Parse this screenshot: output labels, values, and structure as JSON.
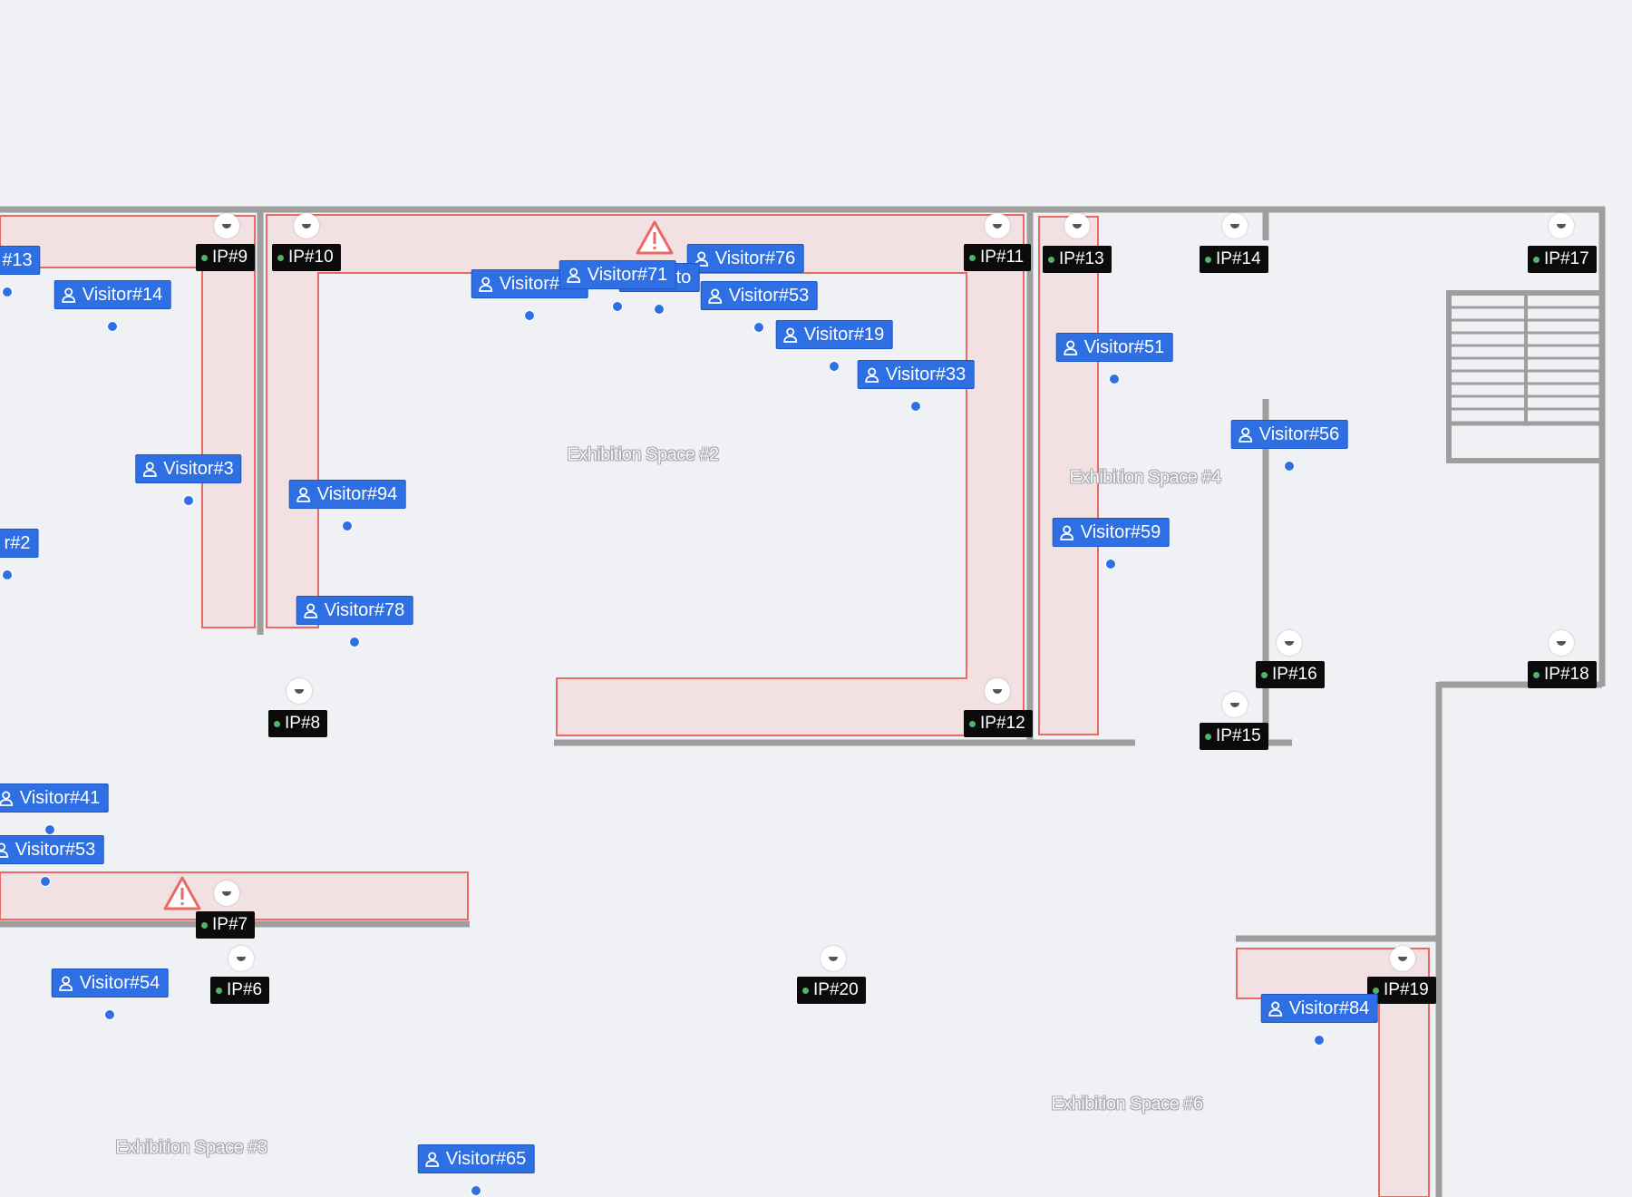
{
  "colors": {
    "background": "#f0f1f5",
    "wall": "#9e9e9e",
    "zone_fill": "#f2e1e3",
    "zone_stroke": "#ea6a63",
    "visitor_tag": "#2f6fe4",
    "camera_label": "#0b0b0b",
    "camera_status": "#52b36a",
    "warning": "#ea6a63"
  },
  "icons": {
    "visitor": "person-icon",
    "camera": "dome-camera-icon",
    "warning": "warning-triangle-icon"
  },
  "areas": [
    {
      "label": "Exhibition Space #2"
    },
    {
      "label": "Exhibition Space #4"
    },
    {
      "label": "Exhibition Space #3"
    },
    {
      "label": "Exhibition Space #6"
    }
  ],
  "visitors": [
    {
      "label": "#13"
    },
    {
      "label": "Visitor#14"
    },
    {
      "label": "Visitor#3"
    },
    {
      "label": "r#2"
    },
    {
      "label": "Visitor#94"
    },
    {
      "label": "Visitor#78"
    },
    {
      "label": "Visitor#12"
    },
    {
      "label": "Visitor#76"
    },
    {
      "label": "Visito"
    },
    {
      "label": "Visitor#71"
    },
    {
      "label": "Visitor#53"
    },
    {
      "label": "Visitor#19"
    },
    {
      "label": "Visitor#33"
    },
    {
      "label": "Visitor#51"
    },
    {
      "label": "Visitor#56"
    },
    {
      "label": "Visitor#59"
    },
    {
      "label": "Visitor#41"
    },
    {
      "label": "Visitor#53"
    },
    {
      "label": "Visitor#54"
    },
    {
      "label": "Visitor#65"
    },
    {
      "label": "Visitor#84"
    }
  ],
  "cameras": [
    {
      "label": "IP#9"
    },
    {
      "label": "IP#10"
    },
    {
      "label": "IP#11"
    },
    {
      "label": "IP#13"
    },
    {
      "label": "IP#14"
    },
    {
      "label": "IP#17"
    },
    {
      "label": "IP#16"
    },
    {
      "label": "IP#18"
    },
    {
      "label": "IP#8"
    },
    {
      "label": "IP#12"
    },
    {
      "label": "IP#15"
    },
    {
      "label": "IP#7"
    },
    {
      "label": "IP#6"
    },
    {
      "label": "IP#20"
    },
    {
      "label": "IP#19"
    }
  ]
}
